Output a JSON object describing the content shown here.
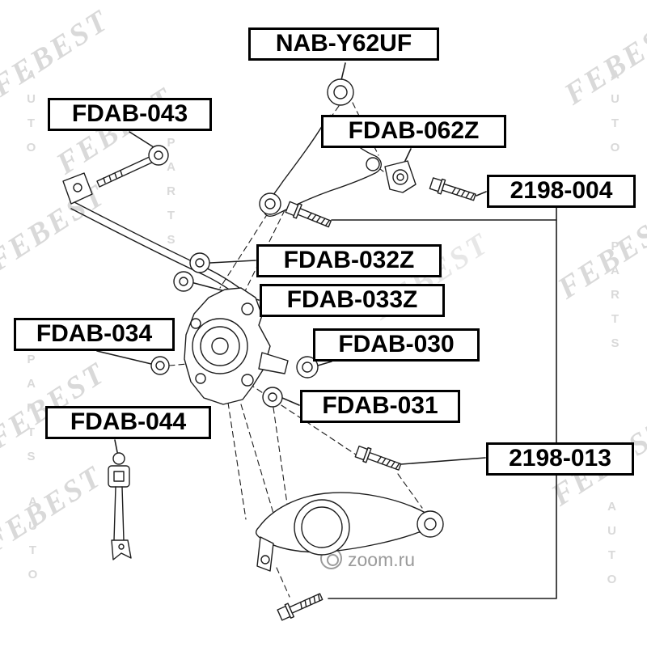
{
  "diagram": {
    "part_labels": [
      "NAB-Y62UF",
      "FDAB-043",
      "FDAB-062Z",
      "2198-004",
      "FDAB-032Z",
      "FDAB-033Z",
      "FDAB-034",
      "FDAB-030",
      "FDAB-031",
      "FDAB-044",
      "2198-013"
    ]
  },
  "watermarks": {
    "brand": "FEBEST",
    "word_auto": "AUTO",
    "word_parts": "PARTS",
    "photo_site": "zoom.ru"
  },
  "colors": {
    "background": "#ffffff",
    "line": "#1d1d1d",
    "label_border": "#000000",
    "watermark_gray": "#d5d5d5",
    "zoom_gray": "#9a9a9a"
  }
}
